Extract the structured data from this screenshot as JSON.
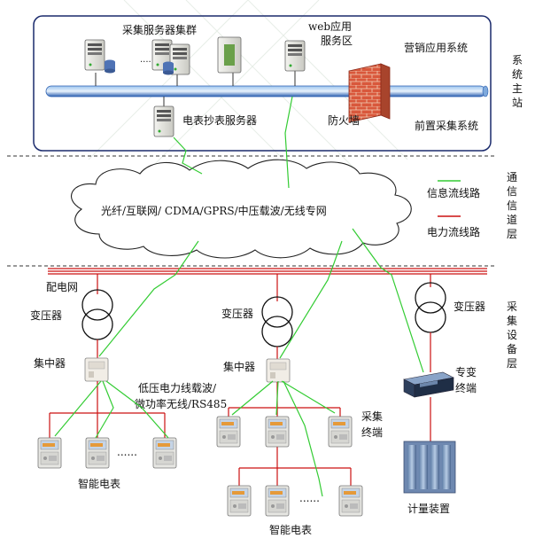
{
  "master_station": {
    "server_cluster_label": "采集服务器集群",
    "web_service_label_line1": "web应用",
    "web_service_label_line2": "服务区",
    "marketing_system_label": "营销应用系统",
    "meter_reading_server_label": "电表抄表服务器",
    "firewall_label": "防火墙",
    "front_collection_label": "前置采集系统",
    "ellipsis": "....",
    "layer_title_chars": [
      "系",
      "统",
      "主",
      "站"
    ]
  },
  "channel": {
    "cloud_text": "光纤/互联网/ CDMA/GPRS/中压载波/无线专网",
    "legend_info": "信息流线路",
    "legend_power": "电力流线路",
    "layer_title_chars": [
      "通",
      "信",
      "信",
      "道",
      "层"
    ]
  },
  "devices": {
    "distribution_network_label": "配电网",
    "transformer_label_left": "变压器",
    "transformer_label_mid": "变压器",
    "transformer_label_right": "变压器",
    "concentrator_label_left": "集中器",
    "concentrator_label_mid": "集中器",
    "comm_method_line1": "低压电力线载波/",
    "comm_method_line2": "微功率无线/RS485",
    "collection_terminal_line1": "采集",
    "collection_terminal_line2": "终端",
    "special_terminal_line1": "专变",
    "special_terminal_line2": "终端",
    "smart_meter_label_left": "智能电表",
    "smart_meter_label_mid": "智能电表",
    "metering_device_label": "计量装置",
    "ellipsis_left": "......",
    "ellipsis_mid": "......",
    "layer_title_chars": [
      "采",
      "集",
      "设",
      "备",
      "层"
    ]
  },
  "colors": {
    "info_line": "#33cc33",
    "power_line": "#cc1111",
    "bus_pipe": "#2b5fb0",
    "station_border": "#1a2a6c",
    "firewall_brick": "#c8402a"
  }
}
